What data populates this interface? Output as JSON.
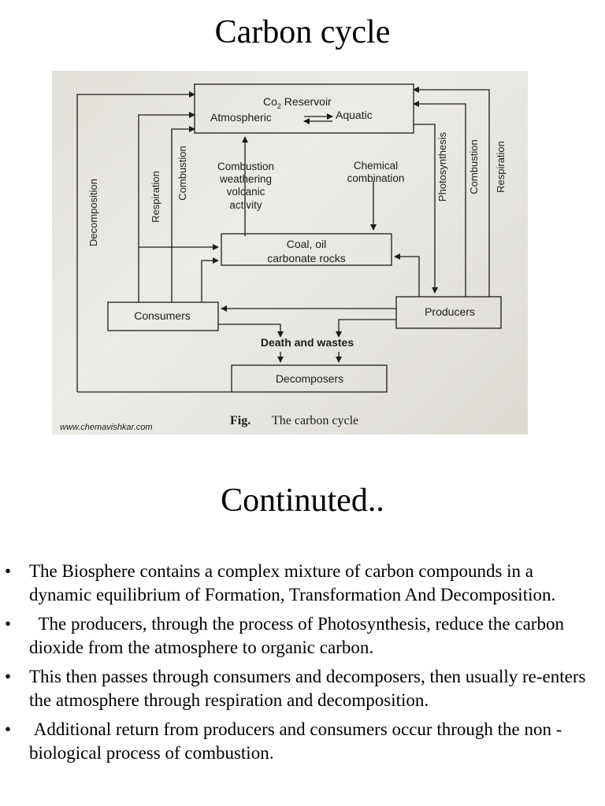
{
  "slide": {
    "title": "Carbon cycle",
    "subtitle": "Continuted..",
    "bullets": [
      {
        "marker": "•",
        "text": "The Biosphere contains a complex mixture of carbon compounds in a dynamic equilibrium of Formation, Transformation And Decomposition."
      },
      {
        "marker": "•",
        "text": "  The producers, through the process of Photosynthesis, reduce the carbon dioxide from the atmosphere to organic carbon."
      },
      {
        "marker": "•",
        "text": "This then passes through consumers and decomposers, then usually re-enters the atmosphere through respiration and decomposition."
      },
      {
        "marker": "•",
        "text": " Additional return from producers and consumers occur through the non - biological process of combustion."
      }
    ]
  },
  "diagram": {
    "reservoir_title_prefix": "Co",
    "reservoir_title_sub": "2",
    "reservoir_title_suffix": " Reservoir",
    "atmospheric": "Atmospheric",
    "aquatic": "Aquatic",
    "combustion_lines": [
      "Combustion",
      "weathering",
      "volcanic",
      "activity"
    ],
    "chemical_lines": [
      "Chemical",
      "combination"
    ],
    "coal_lines": [
      "Coal, oil",
      "carbonate rocks"
    ],
    "consumers": "Consumers",
    "producers": "Producers",
    "death": "Death and wastes",
    "decomposers": "Decomposers",
    "left_labels": [
      "Decomposition",
      "Respiration",
      "Combustion"
    ],
    "right_labels": [
      "Photosynthesis",
      "Combustion",
      "Respiration"
    ],
    "watermark": "www.chemavishkar.com",
    "fig_prefix": "Fig.",
    "fig_caption": "The carbon cycle"
  }
}
